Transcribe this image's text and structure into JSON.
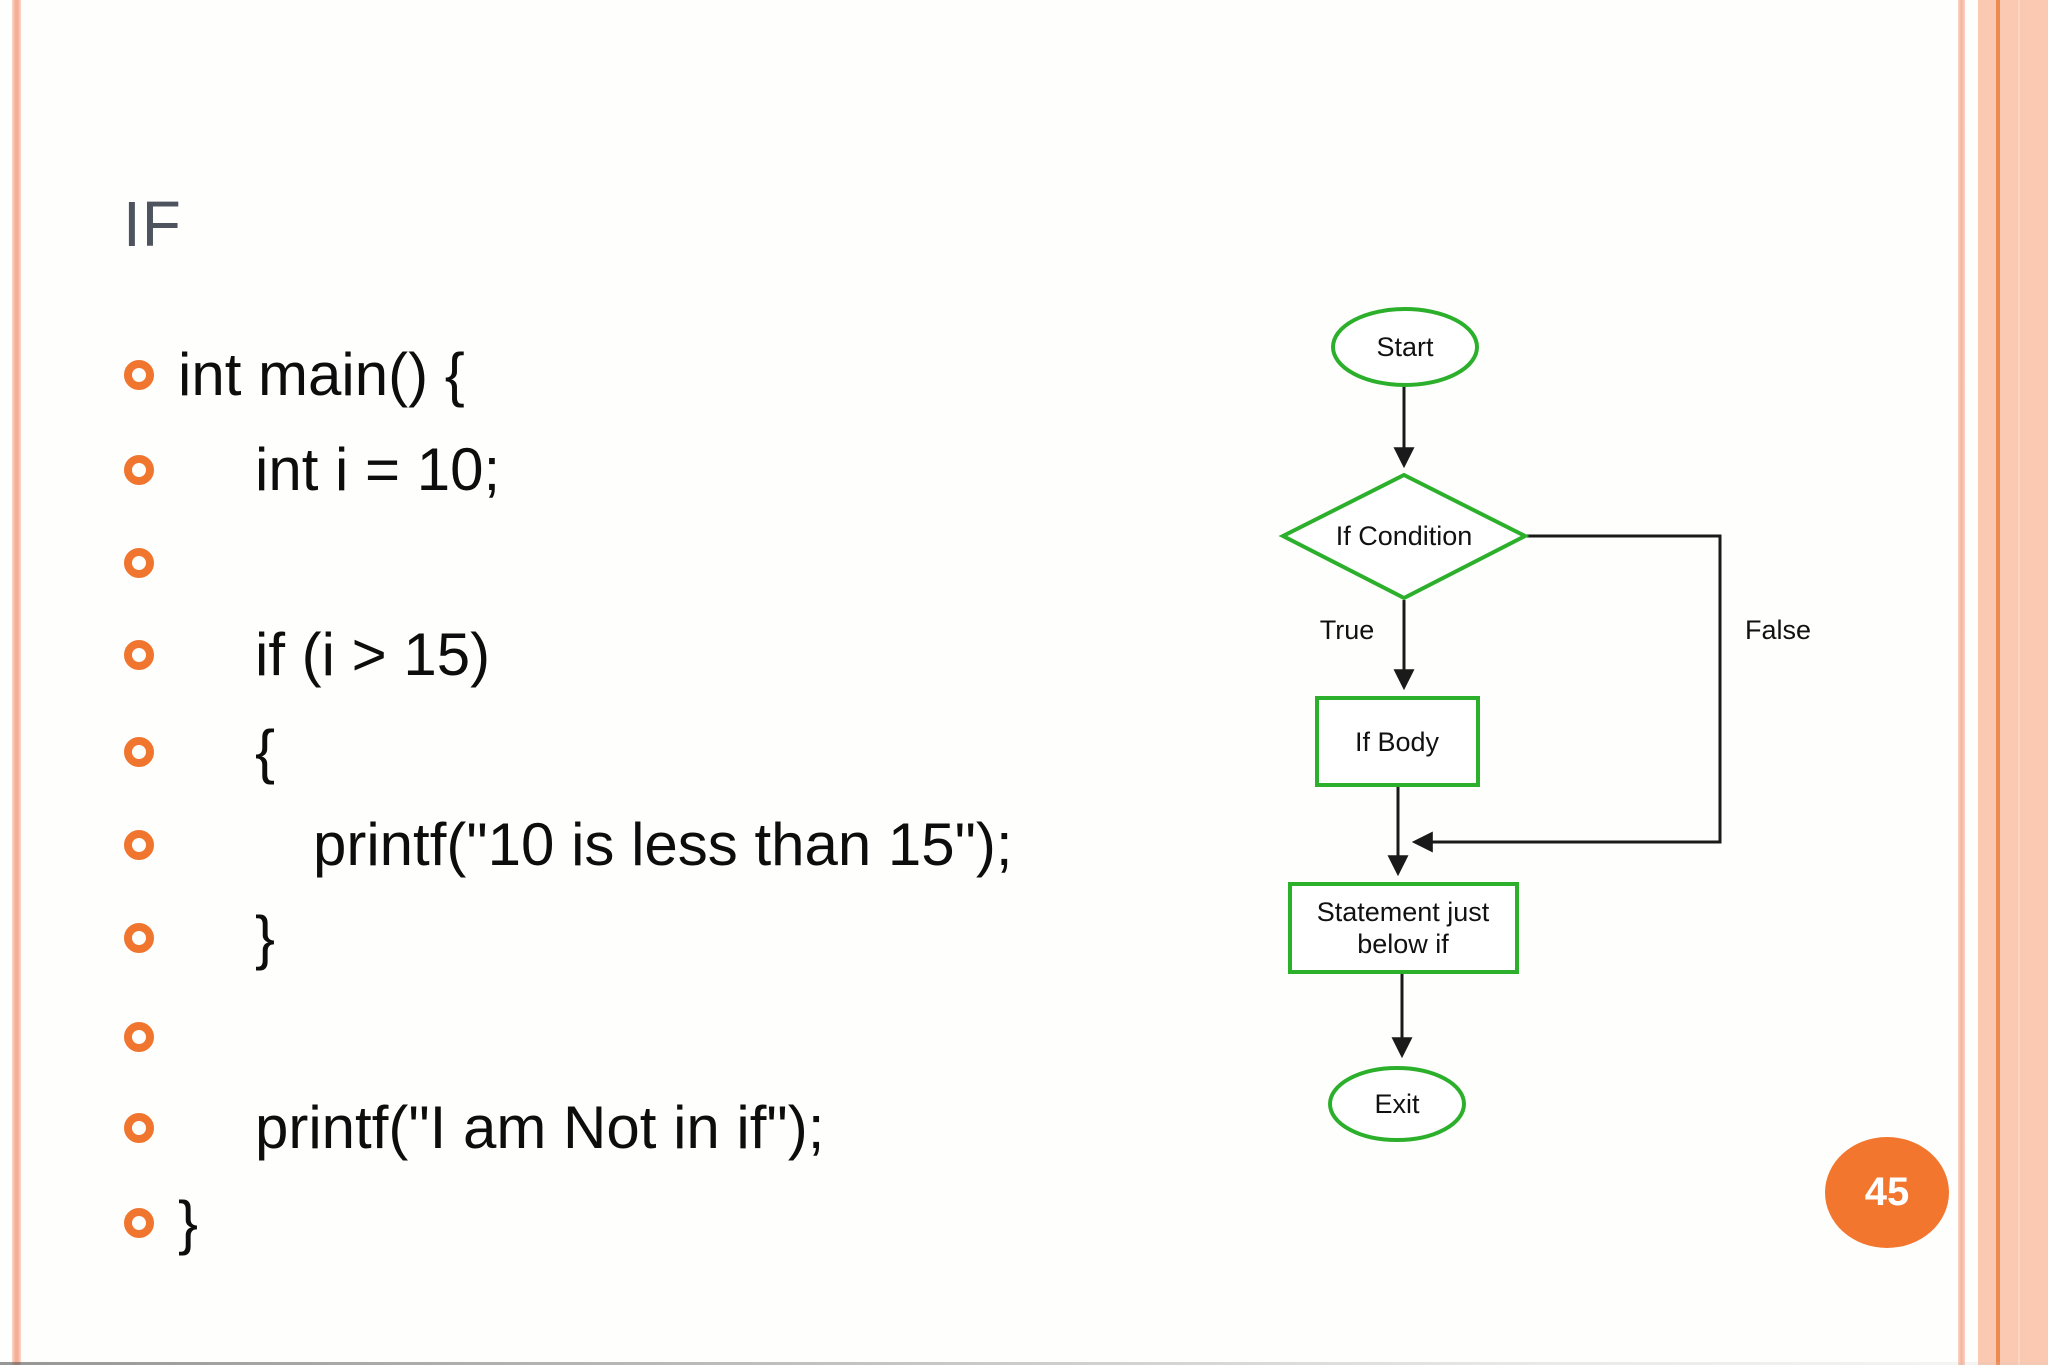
{
  "slide": {
    "title": "IF",
    "page_number": "45"
  },
  "code_lines": [
    {
      "text": "int main() {",
      "indent": 0
    },
    {
      "text": "int i = 10;",
      "indent": 1
    },
    {
      "text": "",
      "indent": 1
    },
    {
      "text": "if (i > 15)",
      "indent": 1
    },
    {
      "text": "{",
      "indent": 1
    },
    {
      "text": "printf(\"10 is less than 15\");",
      "indent": 2
    },
    {
      "text": "}",
      "indent": 1
    },
    {
      "text": "",
      "indent": 1
    },
    {
      "text": "printf(\"I am Not in if\");",
      "indent": 1
    },
    {
      "text": "}",
      "indent": 0
    }
  ],
  "flowchart": {
    "start_label": "Start",
    "condition_label": "If Condition",
    "true_label": "True",
    "false_label": "False",
    "if_body_label": "If Body",
    "statement_line1": "Statement just",
    "statement_line2": "below if",
    "exit_label": "Exit"
  },
  "colors": {
    "bullet_orange": "#f0752f",
    "badge_orange": "#f2762e",
    "flow_green": "#2cb02c",
    "title_gray": "#4e545e",
    "border_peach": "#fbc9b1",
    "border_dark_orange": "#ee8a51"
  }
}
